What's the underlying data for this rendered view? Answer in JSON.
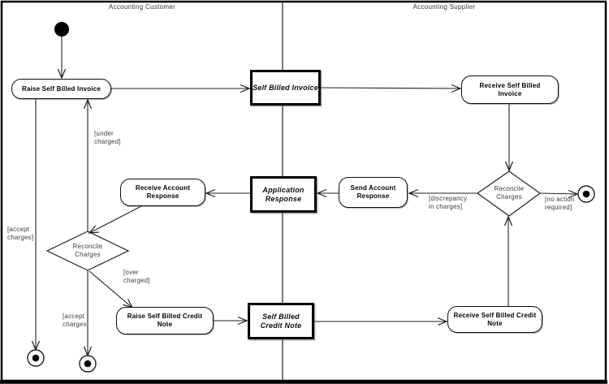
{
  "lanes": {
    "customer": "Accounting Customer",
    "supplier": "Accounting Supplier"
  },
  "nodes": {
    "raise_self_billed_invoice": "Raise Self Billed Invoice",
    "self_billed_invoice": "Self Billed Invoice",
    "receive_self_billed_invoice": "Receive Self Billed Invoice",
    "receive_account_response": "Receive Account Response",
    "application_response": "Application Response",
    "send_account_response": "Send Account Response",
    "reconcile_charges_customer": "Reconcile Charges",
    "reconcile_charges_supplier": "Reconcile Charges",
    "raise_self_billed_credit_note": "Raise Self Billed Credit Note",
    "self_billed_credit_note": "Self Billed Credit Note",
    "receive_self_billed_credit_note": "Receive Self Billed Credit Note"
  },
  "guards": {
    "under_charged": "[under charged]",
    "accept_charges_left": "[accept charges]",
    "accept_charges_mid": "[accept charges]",
    "over_charged": "[over charged]",
    "discrepancy_in_charges": "[discrepancy in charges]",
    "no_action_required": "[no action required]"
  },
  "colors": {
    "stroke": "#1f1f1f",
    "background": "#ffffff"
  }
}
